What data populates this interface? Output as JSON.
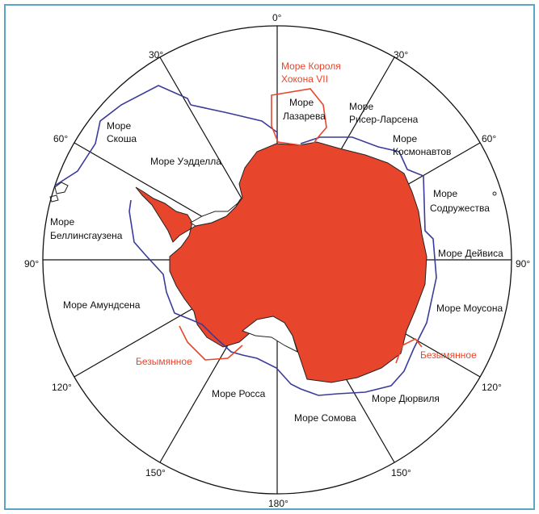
{
  "colors": {
    "frame": "#5aa3c9",
    "land": "#e8462c",
    "sea_boundary": "#3b3b9a",
    "highlight_boundary": "#e8462c",
    "lines": "#111111",
    "label_red": "#e8462c"
  },
  "degrees": {
    "d0": "0°",
    "d30_left": "30°",
    "d30_right": "30°",
    "d60_left": "60°",
    "d60_right": "60°",
    "d90_left": "90°",
    "d90_right": "90°",
    "d120_left": "120°",
    "d120_right": "120°",
    "d150_left": "150°",
    "d150_right": "150°",
    "d180": "180°"
  },
  "seas": {
    "king_haakon_1": "Море Короля",
    "king_haakon_2": "Хокона VII",
    "lazarev_1": "Море",
    "lazarev_2": "Лазарева",
    "riiser_1": "Море",
    "riiser_2": "Рисер-Ларсена",
    "cosmonaut_1": "Море",
    "cosmonaut_2": "Космонавтов",
    "scotia_1": "Море",
    "scotia_2": "Скоша",
    "weddell": "Море Уэдделла",
    "commonwealth_1": "Море",
    "commonwealth_2": "Содружества",
    "bellingshausen_1": "Море",
    "bellingshausen_2": "Беллинсгаузена",
    "davis": "Море Дейвиса",
    "amundsen": "Море Амундсена",
    "mawson": "Море Моусона",
    "nameless_left": "Безымянное",
    "nameless_right": "Безымянное",
    "ross": "Море Росса",
    "durville": "Море Дюрвиля",
    "somov": "Море Сомова"
  }
}
